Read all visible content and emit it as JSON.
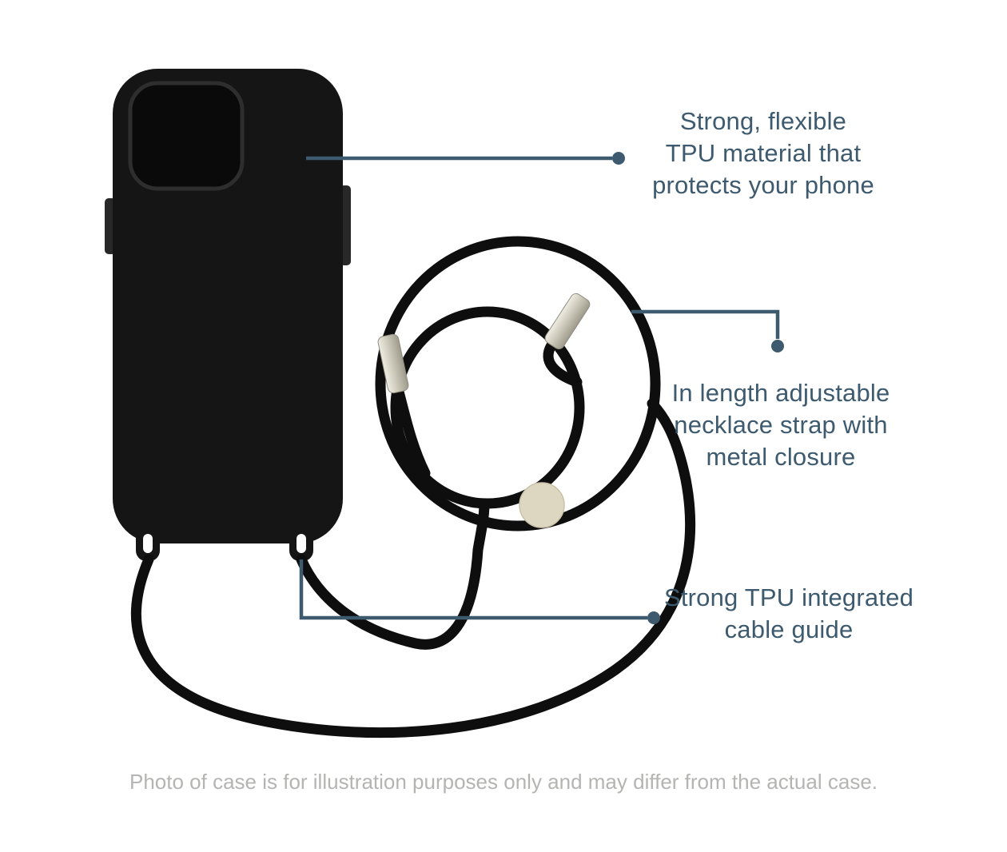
{
  "colors": {
    "background": "#ffffff",
    "case_black": "#151515",
    "camera_outline": "#2e2e2e",
    "button_gray": "#282828",
    "cord_black": "#0e0e0e",
    "metal_light": "#efece2",
    "metal_mid": "#c9c5b6",
    "metal_dark": "#9d9a8c",
    "bead_fill": "#ddd7c2",
    "bead_stroke": "#c9c2a7",
    "callout": "#3d5a6e",
    "annotation_text": "#3d5a6e",
    "footer_text": "#b4b4b2"
  },
  "annotations": [
    {
      "id": "tpu-material",
      "lines": [
        "Strong, flexible",
        "TPU material that",
        "protects your phone"
      ]
    },
    {
      "id": "necklace-strap",
      "lines": [
        "In length adjustable",
        "necklace strap with",
        "metal closure"
      ]
    },
    {
      "id": "cable-guide",
      "lines": [
        "Strong TPU integrated",
        "cable guide"
      ]
    }
  ],
  "footer": {
    "disclaimer": "Photo of case is for illustration purposes only and may differ from the actual case."
  },
  "illustration": {
    "parts": [
      "phone-case",
      "camera-module",
      "side-button-left",
      "side-button-right",
      "cable-guide-left",
      "cable-guide-right",
      "necklace-cord",
      "metal-tip-left",
      "metal-tip-right",
      "strap-adjuster-bead"
    ]
  }
}
